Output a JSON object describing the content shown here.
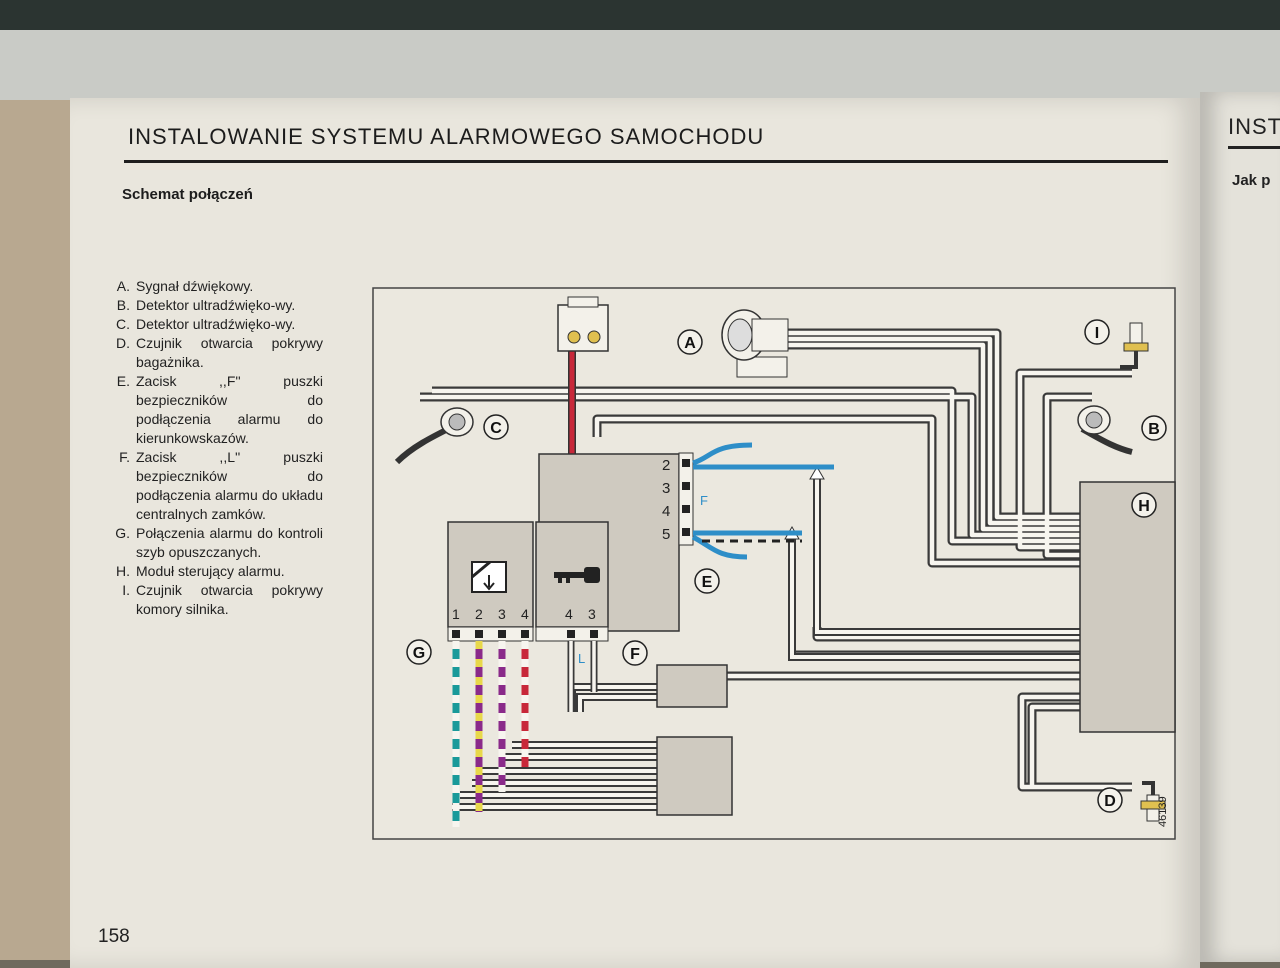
{
  "header": {
    "title": "INSTALOWANIE SYSTEMU ALARMOWEGO SAMOCHODU"
  },
  "section": {
    "subtitle": "Schemat połączeń"
  },
  "legend": [
    {
      "key": "A.",
      "text": "Sygnał dźwiękowy."
    },
    {
      "key": "B.",
      "text": "Detektor ultradźwięko-wy."
    },
    {
      "key": "C.",
      "text": "Detektor ultradźwięko-wy."
    },
    {
      "key": "D.",
      "text": "Czujnik otwarcia pokrywy bagażnika."
    },
    {
      "key": "E.",
      "text": "Zacisk ,,F'' puszki bezpieczników do podłączenia alarmu do kierunkowskazów."
    },
    {
      "key": "F.",
      "text": "Zacisk ,,L'' puszki bezpieczników do podłączenia alarmu do układu centralnych zamków."
    },
    {
      "key": "G.",
      "text": "Połączenia alarmu do kontroli szyb opuszczanych."
    },
    {
      "key": "H.",
      "text": "Moduł sterujący alarmu."
    },
    {
      "key": "I.",
      "text": "Czujnik otwarcia pokrywy komory silnika."
    }
  ],
  "diagram": {
    "labels": {
      "A": "A",
      "B": "B",
      "C": "C",
      "D": "D",
      "E": "E",
      "F": "F",
      "G": "G",
      "H": "H",
      "I": "I"
    },
    "fuse_pins": [
      "2",
      "3",
      "4",
      "5"
    ],
    "window_pins": [
      "1",
      "2",
      "3",
      "4"
    ],
    "lock_pins": [
      "4",
      "3"
    ],
    "terminal_f": "F",
    "terminal_l": "L",
    "drawing_number": "46139",
    "colors": {
      "blue_wire": "#2e8ec8",
      "red_wire": "#c8283a",
      "purple_wire": "#8a2a8a",
      "teal_wire": "#1a9a9a",
      "yellow_stripe": "#e8d84a",
      "box_fill": "#cfcac0"
    }
  },
  "footer": {
    "page_number": "158"
  },
  "right_page": {
    "title": "INST",
    "subtitle": "Jak p"
  }
}
